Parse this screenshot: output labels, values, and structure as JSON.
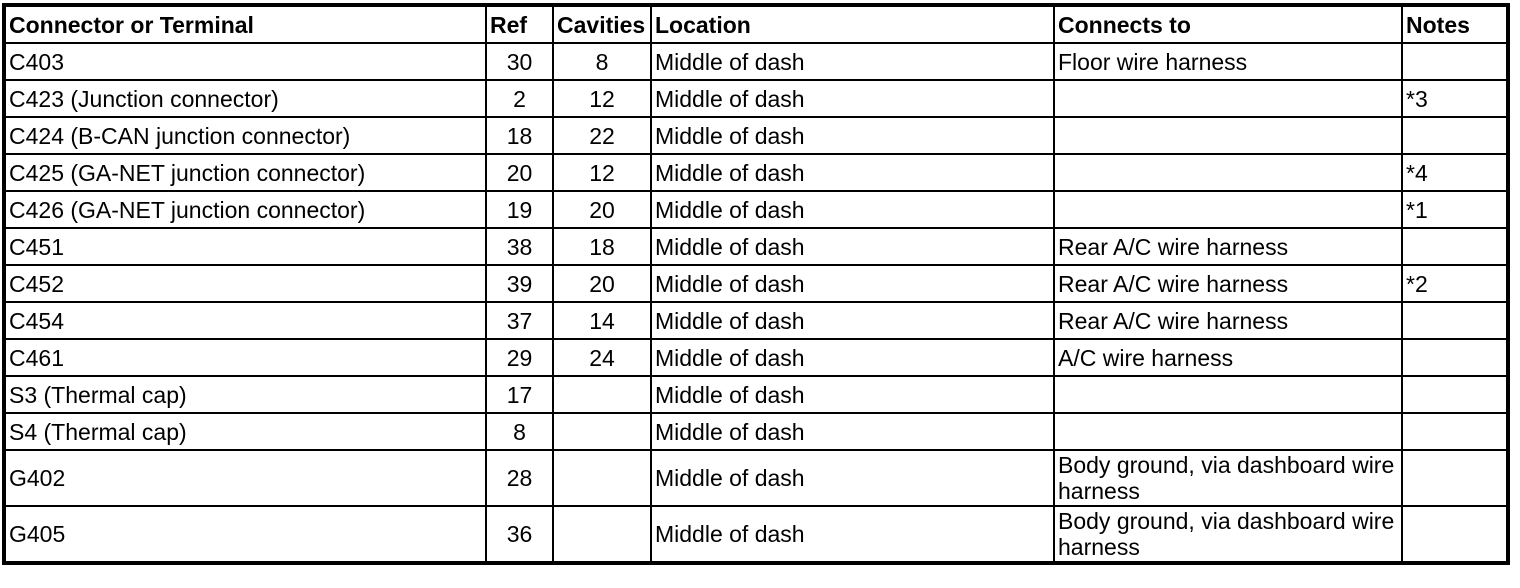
{
  "table": {
    "columns": [
      {
        "key": "connector",
        "label": "Connector or Terminal"
      },
      {
        "key": "ref",
        "label": "Ref"
      },
      {
        "key": "cavities",
        "label": "Cavities"
      },
      {
        "key": "location",
        "label": "Location"
      },
      {
        "key": "connects_to",
        "label": "Connects to"
      },
      {
        "key": "notes",
        "label": "Notes"
      }
    ],
    "rows": [
      {
        "connector": "C403",
        "ref": "30",
        "cavities": "8",
        "location": "Middle of dash",
        "connects_to": "Floor wire harness",
        "notes": ""
      },
      {
        "connector": "C423 (Junction connector)",
        "ref": "2",
        "cavities": "12",
        "location": "Middle of dash",
        "connects_to": "",
        "notes": "*3"
      },
      {
        "connector": "C424 (B-CAN junction connector)",
        "ref": "18",
        "cavities": "22",
        "location": "Middle of dash",
        "connects_to": "",
        "notes": ""
      },
      {
        "connector": "C425 (GA-NET junction connector)",
        "ref": "20",
        "cavities": "12",
        "location": "Middle of dash",
        "connects_to": "",
        "notes": "*4"
      },
      {
        "connector": "C426 (GA-NET junction connector)",
        "ref": "19",
        "cavities": "20",
        "location": "Middle of dash",
        "connects_to": "",
        "notes": "*1"
      },
      {
        "connector": "C451",
        "ref": "38",
        "cavities": "18",
        "location": "Middle of dash",
        "connects_to": "Rear A/C wire harness",
        "notes": ""
      },
      {
        "connector": "C452",
        "ref": "39",
        "cavities": "20",
        "location": "Middle of dash",
        "connects_to": "Rear A/C wire harness",
        "notes": "*2"
      },
      {
        "connector": "C454",
        "ref": "37",
        "cavities": "14",
        "location": "Middle of dash",
        "connects_to": "Rear A/C wire harness",
        "notes": ""
      },
      {
        "connector": "C461",
        "ref": "29",
        "cavities": "24",
        "location": "Middle of dash",
        "connects_to": "A/C wire harness",
        "notes": ""
      },
      {
        "connector": "S3 (Thermal cap)",
        "ref": "17",
        "cavities": "",
        "location": "Middle of dash",
        "connects_to": "",
        "notes": ""
      },
      {
        "connector": "S4 (Thermal cap)",
        "ref": "8",
        "cavities": "",
        "location": "Middle of dash",
        "connects_to": "",
        "notes": ""
      },
      {
        "connector": "G402",
        "ref": "28",
        "cavities": "",
        "location": "Middle of dash",
        "connects_to": "Body ground, via dashboard wire harness",
        "notes": ""
      },
      {
        "connector": "G405",
        "ref": "36",
        "cavities": "",
        "location": "Middle of dash",
        "connects_to": "Body ground, via dashboard wire harness",
        "notes": ""
      }
    ]
  },
  "colors": {
    "border": "#000000",
    "text": "#000000",
    "background": "#ffffff"
  }
}
